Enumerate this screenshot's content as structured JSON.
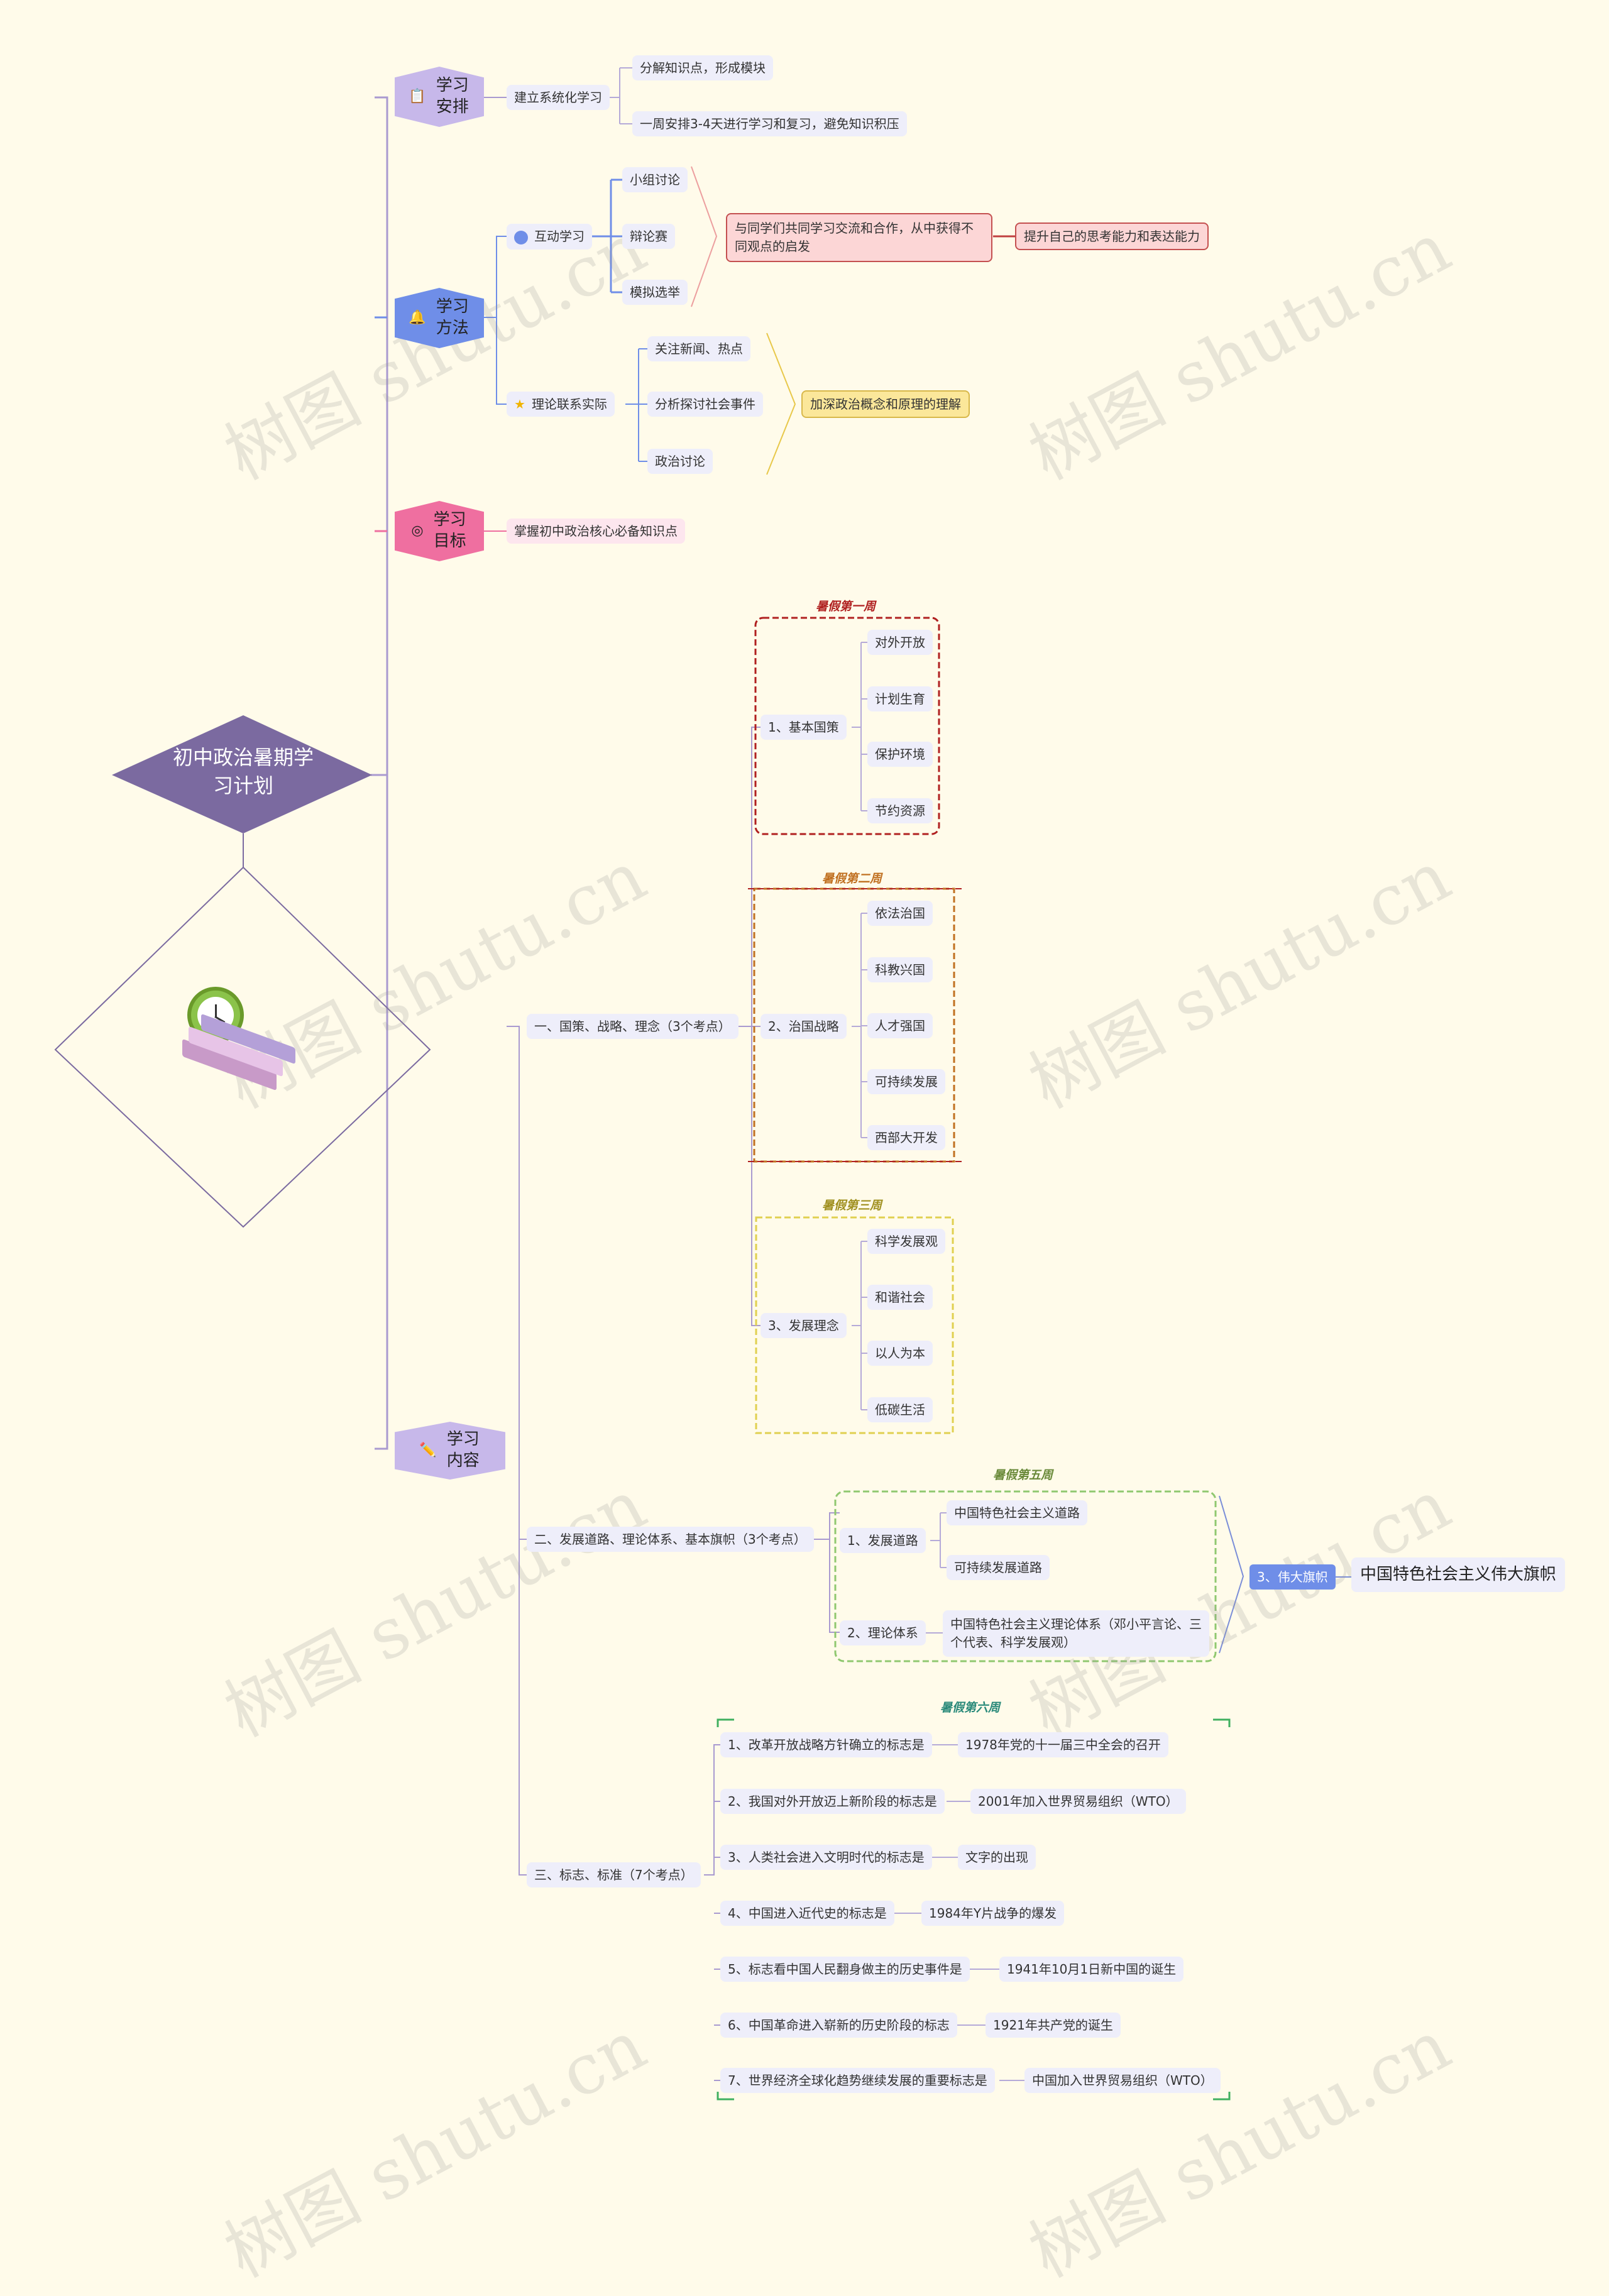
{
  "title": "初中政治暑期学习计划",
  "branches": {
    "plan": {
      "label": "学习安排",
      "sub": "建立系统化学习",
      "items": [
        "分解知识点，形成模块",
        "一周安排3-4天进行学习和复习，避免知识积压"
      ]
    },
    "method": {
      "label": "学习方法",
      "interactive": {
        "label": "互动学习",
        "items": [
          "小组讨论",
          "辩论赛",
          "模拟选举"
        ],
        "result": "与同学们共同学习交流和合作，从中获得不同观点的启发",
        "result2": "提升自己的思考能力和表达能力"
      },
      "theory": {
        "label": "理论联系实际",
        "items": [
          "关注新闻、热点",
          "分析探讨社会事件",
          "政治讨论"
        ],
        "result": "加深政治概念和原理的理解"
      }
    },
    "goal": {
      "label": "学习目标",
      "sub": "掌握初中政治核心必备知识点"
    },
    "content": {
      "label": "学习内容",
      "part1": {
        "label": "一、国策、战略、理念（3个考点）",
        "week1": "暑假第一周",
        "week2": "暑假第二周",
        "week3": "暑假第三周",
        "g1": {
          "label": "1、基本国策",
          "items": [
            "对外开放",
            "计划生育",
            "保护环境",
            "节约资源"
          ]
        },
        "g2": {
          "label": "2、治国战略",
          "items": [
            "依法治国",
            "科教兴国",
            "人才强国",
            "可持续发展",
            "西部大开发"
          ]
        },
        "g3": {
          "label": "3、发展理念",
          "items": [
            "科学发展观",
            "和谐社会",
            "以人为本",
            "低碳生活"
          ]
        }
      },
      "part2": {
        "label": "二、发展道路、理论体系、基本旗帜（3个考点）",
        "week": "暑假第五周",
        "road": {
          "label": "1、发展道路",
          "items": [
            "中国特色社会主义道路",
            "可持续发展道路"
          ]
        },
        "theory": {
          "label": "2、理论体系",
          "item1": "中国特色社会主义理论体系（邓小平言论、三",
          "item2": "个代表、科学发展观）"
        },
        "flag": {
          "label": "3、伟大旗帜",
          "item": "中国特色社会主义伟大旗帜"
        }
      },
      "part3": {
        "label": "三、标志、标准（7个考点）",
        "week": "暑假第六周",
        "rows": [
          {
            "q": "1、改革开放战略方针确立的标志是",
            "a": "1978年党的十一届三中全会的召开"
          },
          {
            "q": "2、我国对外开放迈上新阶段的标志是",
            "a": "2001年加入世界贸易组织（WTO）"
          },
          {
            "q": "3、人类社会进入文明时代的标志是",
            "a": "文字的出现"
          },
          {
            "q": "4、中国进入近代史的标志是",
            "a": "1984年Y片战争的爆发"
          },
          {
            "q": "5、标志看中国人民翻身做主的历史事件是",
            "a": "1941年10月1日新中国的诞生"
          },
          {
            "q": "6、中国革命进入崭新的历史阶段的标志",
            "a": "1921年共产党的诞生"
          },
          {
            "q": "7、世界经济全球化趋势继续发展的重要标志是",
            "a": "中国加入世界贸易组织（WTO）"
          }
        ]
      }
    }
  },
  "watermark": "树图 shutu.cn",
  "colors": {
    "root": "#7b6aa0",
    "plan": "#c7b8ea",
    "method": "#6f8ee8",
    "goal": "#ef6fa0",
    "content": "#c7b8ea"
  },
  "icons": [
    "clipboard-icon",
    "bell-icon",
    "target-icon",
    "pencil-icon",
    "alarm-clock-icon",
    "book-stack-icon"
  ]
}
